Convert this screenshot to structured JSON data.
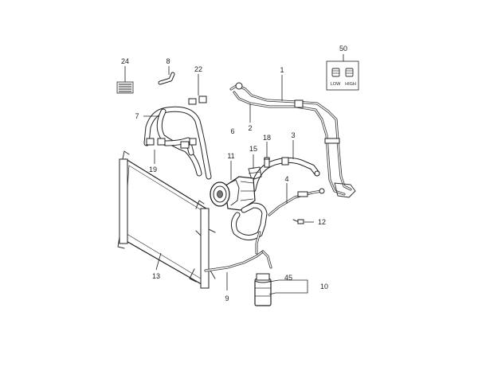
{
  "callouts": {
    "c1": "1",
    "c2": "2",
    "c3": "3",
    "c4": "4",
    "c6": "6",
    "c7": "7",
    "c8": "8",
    "c9": "9",
    "c10": "10",
    "c11": "11",
    "c12": "12",
    "c13": "13",
    "c15": "15",
    "c18": "18",
    "c19": "19",
    "c22": "22",
    "c24": "24",
    "c45": "45",
    "c50": "50"
  },
  "inset": {
    "low_label": "LOW",
    "high_label": "HIGH"
  }
}
